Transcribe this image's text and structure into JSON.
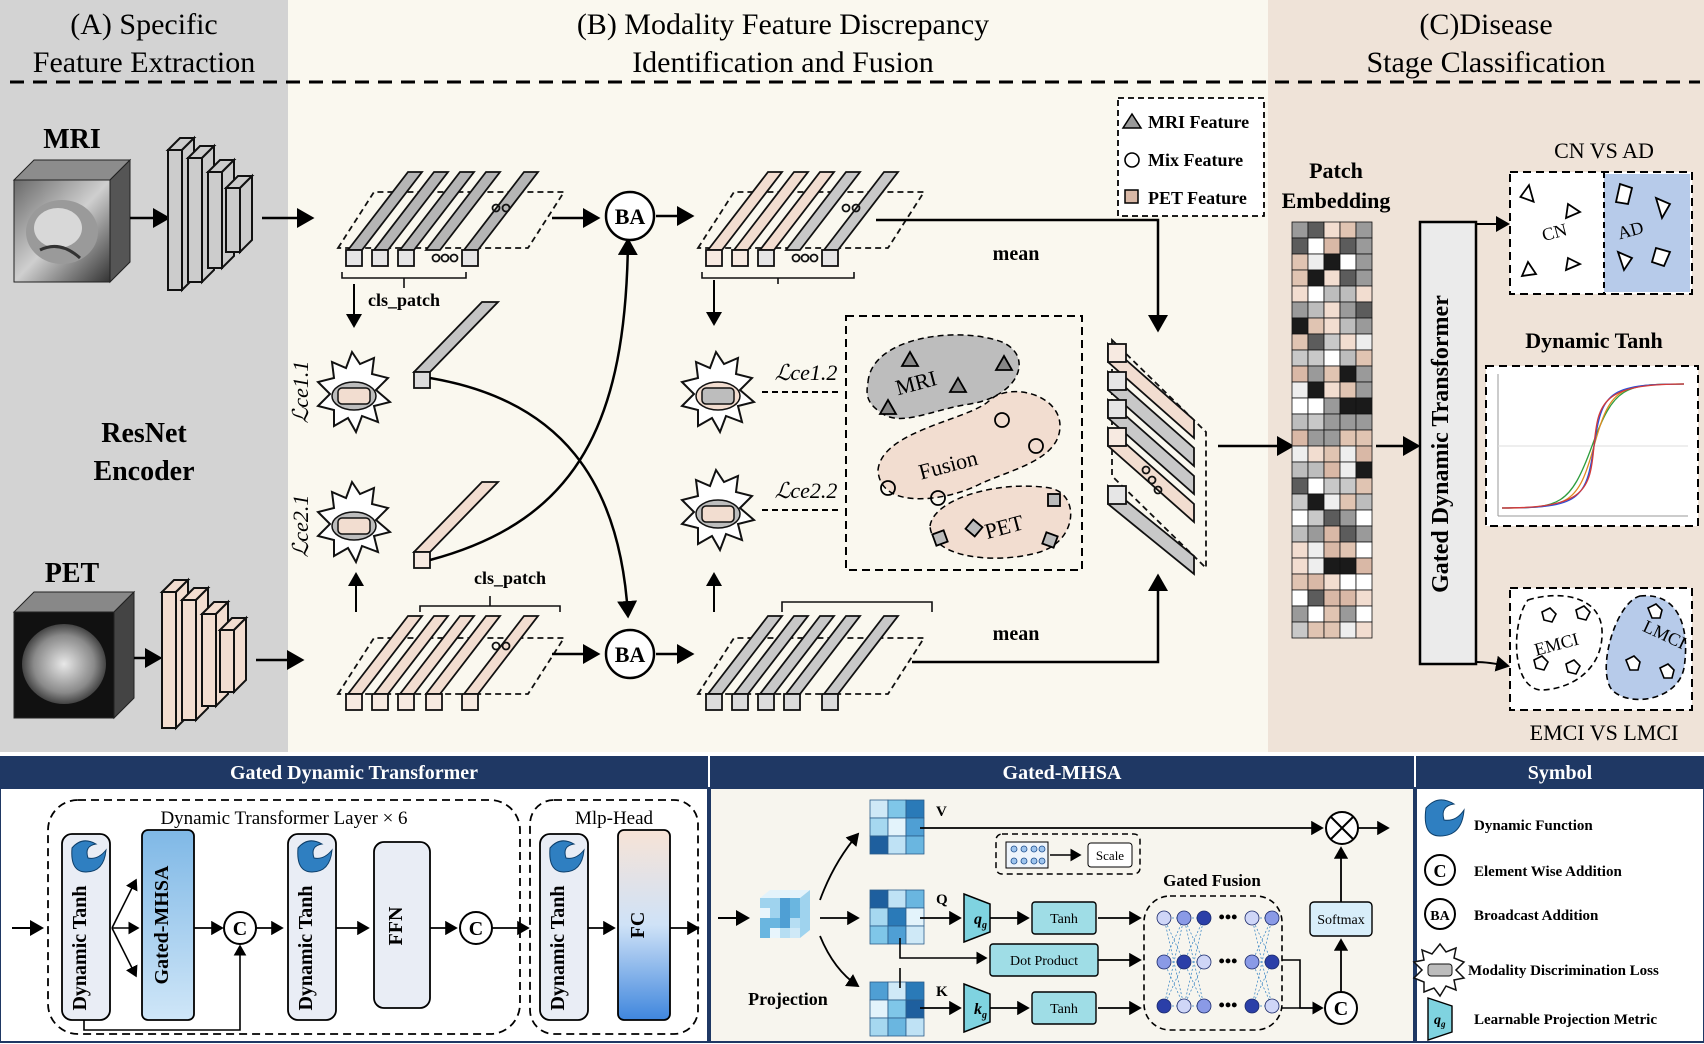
{
  "sections": {
    "a_line1": "(A) Specific",
    "a_line2": "Feature Extraction",
    "b_line1": "(B) Modality Feature Discrepancy",
    "b_line2": "Identification and Fusion",
    "c_line1": "(C)Disease",
    "c_line2": "Stage Classification"
  },
  "extraction": {
    "mri_label": "MRI",
    "pet_label": "PET",
    "encoder_line1": "ResNet",
    "encoder_line2": "Encoder"
  },
  "fusion": {
    "cls_patch_top": "cls_patch",
    "cls_patch_bottom": "cls_patch",
    "loss_11": "ℒce1.1",
    "loss_21": "ℒce2.1",
    "loss_12": "ℒce1.2",
    "loss_22": "ℒce2.2",
    "ba_top": "BA",
    "ba_bottom": "BA",
    "mean_top": "mean",
    "mean_bottom": "mean",
    "cluster_mri": "MRI",
    "cluster_fusion": "Fusion",
    "cluster_pet": "PET"
  },
  "legend": {
    "mri_feature": "MRI Feature",
    "mix_feature": "Mix Feature",
    "pet_feature": "PET Feature"
  },
  "classification": {
    "patch_embedding_line1": "Patch",
    "patch_embedding_line2": "Embedding",
    "gated_transformer": "Gated Dynamic Transformer",
    "cn_vs_ad": "CN VS AD",
    "cn": "CN",
    "ad": "AD",
    "dynamic_tanh_title": "Dynamic Tanh",
    "emci": "EMCI",
    "lmci": "LMCI",
    "emci_vs_lmci": "EMCI VS LMCI"
  },
  "bottom": {
    "gdt_header": "Gated Dynamic Transformer",
    "mhsa_header": "Gated-MHSA",
    "symbol_header": "Symbol",
    "layer_label": "Dynamic Transformer Layer × 6",
    "mlp_head": "Mlp-Head",
    "dynamic_tanh": "Dynamic Tanh",
    "gated_mhsa": "Gated-MHSA",
    "ffn": "FFN",
    "fc": "FC",
    "c_symbol": "C",
    "projection": "Projection",
    "v": "V",
    "q": "Q",
    "k": "K",
    "qg": "q",
    "kg": "k",
    "sub_g": "g",
    "scale": "Scale",
    "tanh": "Tanh",
    "dot_product": "Dot Product",
    "gated_fusion": "Gated Fusion",
    "softmax": "Softmax"
  },
  "symbols": {
    "dynamic_function": "Dynamic Function",
    "element_wise_addition": "Element Wise Addition",
    "broadcast_addition": "Broadcast Addition",
    "modality_loss": "Modality Discrimination Loss",
    "learnable_projection": "Learnable Projection Metric",
    "c_glyph": "C",
    "ba_glyph": "BA"
  },
  "colors": {
    "panel_a_bg": "#d3d3d3",
    "panel_b_bg": "#faf8ef",
    "panel_c_bg": "#efe3d8",
    "header_bar": "#1f3864",
    "mri_gray": "#c8c8c8",
    "pet_peach": "#f2ddd0",
    "ad_blue": "#b7cbea",
    "accent_blue": "#3a7bd5"
  }
}
